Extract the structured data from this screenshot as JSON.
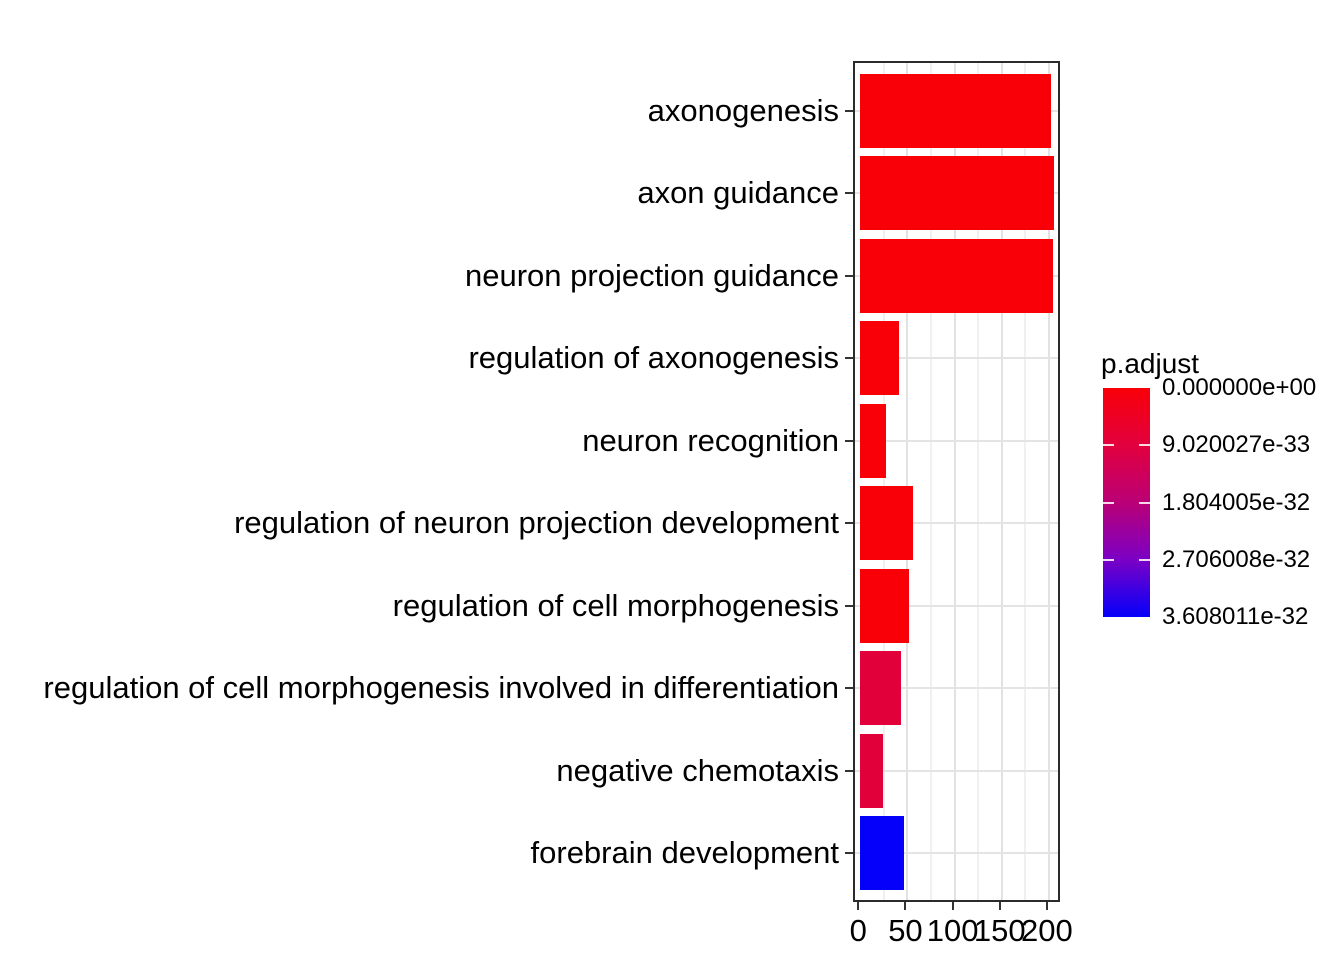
{
  "chart_data": {
    "type": "bar",
    "orientation": "horizontal",
    "title": "",
    "xlabel": "",
    "ylabel": "",
    "categories": [
      "axonogenesis",
      "axon guidance",
      "neuron projection guidance",
      "regulation of axonogenesis",
      "neuron recognition",
      "regulation of neuron projection development",
      "regulation of cell morphogenesis",
      "regulation of cell morphogenesis involved in differentiation",
      "negative chemotaxis",
      "forebrain development"
    ],
    "values": [
      202,
      205,
      204,
      41,
      27,
      56,
      52,
      43,
      24,
      46
    ],
    "bar_colors": [
      "#F90009",
      "#F90009",
      "#F90009",
      "#F90009",
      "#F90009",
      "#F90009",
      "#F90009",
      "#E2003B",
      "#E2003B",
      "#0400FA"
    ],
    "x_ticks": [
      "0",
      "50",
      "100",
      "150",
      "200"
    ],
    "x_tick_values": [
      0,
      50,
      100,
      150,
      200
    ],
    "xlim": [
      0,
      214
    ],
    "grid": true,
    "gridline_minor_values": [
      25,
      75,
      125,
      175
    ],
    "gridline_major_values": [
      50,
      100,
      150,
      200
    ],
    "legend": {
      "title": "p.adjust",
      "position": "right",
      "tick_labels": [
        "0.000000e+00",
        "9.020027e-33",
        "1.804005e-32",
        "2.706008e-32",
        "3.608011e-32"
      ],
      "gradient_stops": [
        "#F90009",
        "#E2003E",
        "#BA0076",
        "#7B00C5",
        "#0400FA"
      ]
    }
  },
  "colors": {
    "background": "#FFFFFF",
    "panel_border": "#2B2B2B",
    "grid_major": "#E2E2E2",
    "grid_minor": "#F0F0F0",
    "axis_text": "#000000",
    "tick_mark": "#333333"
  }
}
